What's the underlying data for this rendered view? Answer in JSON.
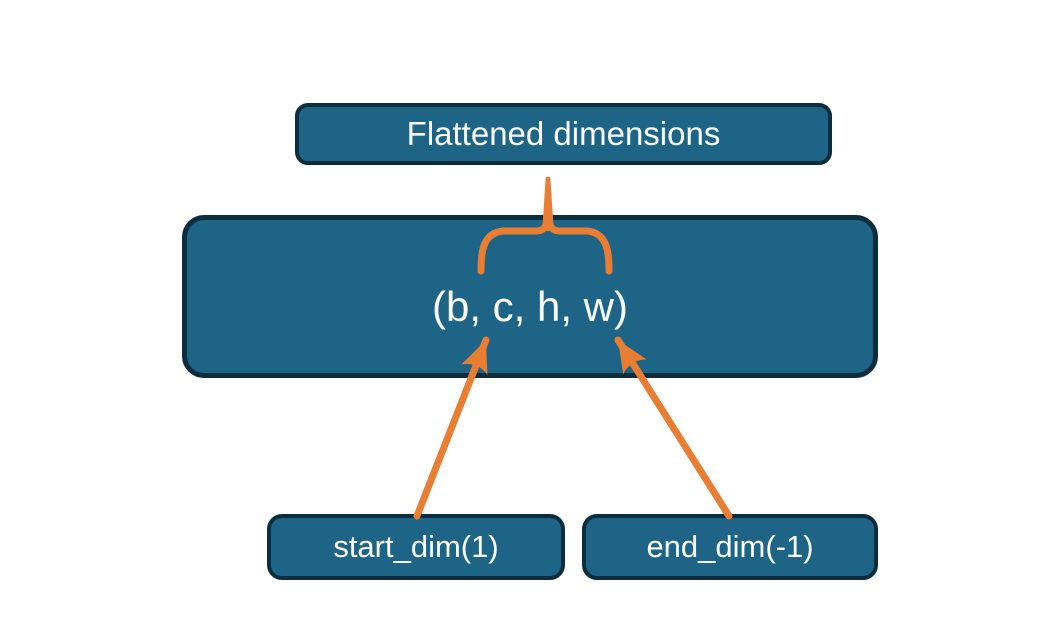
{
  "diagram": {
    "title_box": {
      "label": "Flattened dimensions"
    },
    "main_box": {
      "label": "(b, c, h, w)"
    },
    "start_box": {
      "label": "start_dim(1)"
    },
    "end_box": {
      "label": "end_dim(-1)"
    },
    "connectors": {
      "brace": "curly-brace spanning the c,h dimensions pointing up to title box",
      "arrow_left": "from start_dim(1) box up to the c dimension",
      "arrow_right": "from end_dim(-1) box up to the w dimension"
    }
  },
  "colors": {
    "box_fill": "#1e6487",
    "box_border": "#0c2d3d",
    "accent_orange": "#e97e32",
    "text": "#fafdfd",
    "background": "#ffffff"
  }
}
